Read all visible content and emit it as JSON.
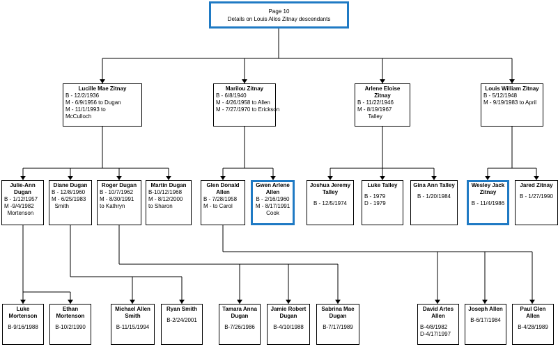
{
  "header": {
    "page_label": "Page 10",
    "description": "Details on Louis Allos Zitnay descendants"
  },
  "people": [
    {
      "id": "lucille",
      "name": "Lucille Mae Zitnay",
      "lines": [
        "B - 12/2/1936",
        "M - 6/9/1956 to Dugan",
        "M - 11/1/1993 to",
        "McCulloch"
      ],
      "highlight": false
    },
    {
      "id": "marilou",
      "name": "Marilou Zitnay",
      "lines": [
        "B - 6/8/1940",
        "M - 4/26/1958 to Allen",
        "M - 7/27/1970 to Erickson"
      ],
      "highlight": false
    },
    {
      "id": "arlene",
      "name": "Arlene Eloise Zitnay",
      "lines": [
        "B - 11/22/1946",
        "M - 8/19/1967",
        "       Talley"
      ],
      "highlight": false
    },
    {
      "id": "louis",
      "name": "Louis William Zitnay",
      "lines": [
        "B - 5/12/1948",
        "M - 9/19/1983 to April"
      ],
      "highlight": false
    },
    {
      "id": "julie",
      "name": "Julie-Ann Dugan",
      "lines": [
        "B - 1/12/1957",
        "M -9/4/1982",
        "  Mortenson"
      ],
      "highlight": false
    },
    {
      "id": "diane",
      "name": "Diane Dugan",
      "lines": [
        "B - 12/8/1960",
        "M - 6/25/1983",
        "  Smith"
      ],
      "highlight": false
    },
    {
      "id": "roger",
      "name": "Roger Dugan",
      "lines": [
        "B - 10/7/1962",
        "M - 8/30/1991",
        "to Kathryn"
      ],
      "highlight": false
    },
    {
      "id": "martin",
      "name": "Martin Dugan",
      "lines": [
        "B-10/12/1968",
        "M - 8/12/2000",
        "to Sharon"
      ],
      "highlight": false
    },
    {
      "id": "glen",
      "name": "Glen Donald Allen",
      "lines": [
        "B - 7/28/1958",
        "M - to Carol"
      ],
      "highlight": false
    },
    {
      "id": "gwen",
      "name": "Gwen Arlene Allen",
      "lines": [
        "B - 2/16/1960",
        "M - 8/17/1991",
        "Cook"
      ],
      "highlight": true
    },
    {
      "id": "joshua",
      "name": "Joshua Jeremy Talley",
      "lines": [
        "",
        "B - 12/5/1974"
      ],
      "highlight": false
    },
    {
      "id": "luke_t",
      "name": "Luke Talley",
      "lines": [
        "",
        "B - 1979",
        "D - 1979"
      ],
      "highlight": false
    },
    {
      "id": "gina",
      "name": "Gina Ann Talley",
      "lines": [
        "",
        "B - 1/20/1984"
      ],
      "highlight": false
    },
    {
      "id": "wesley",
      "name": "Wesley Jack Zitnay",
      "lines": [
        "",
        "B - 11/4/1986"
      ],
      "highlight": true
    },
    {
      "id": "jared",
      "name": "Jared Zitnay",
      "lines": [
        "",
        "B - 1/27/1990"
      ],
      "highlight": false
    },
    {
      "id": "luke_m",
      "name": "Luke Mortenson",
      "lines": [
        "",
        "B-9/16/1988"
      ],
      "highlight": false
    },
    {
      "id": "ethan",
      "name": "Ethan Mortenson",
      "lines": [
        "",
        "B-10/2/1990"
      ],
      "highlight": false
    },
    {
      "id": "michael",
      "name": "Michael Allen Smith",
      "lines": [
        "",
        "B-11/15/1994"
      ],
      "highlight": false
    },
    {
      "id": "ryan",
      "name": "Ryan Smith",
      "lines": [
        "",
        "B-2/24/2001"
      ],
      "highlight": false
    },
    {
      "id": "tamara",
      "name": "Tamara Anna Dugan",
      "lines": [
        "",
        "B-7/26/1986"
      ],
      "highlight": false
    },
    {
      "id": "jamie",
      "name": "Jamie Robert Dugan",
      "lines": [
        "",
        "B-4/10/1988"
      ],
      "highlight": false
    },
    {
      "id": "sabrina",
      "name": "Sabrina Mae Dugan",
      "lines": [
        "",
        "B-7/17/1989"
      ],
      "highlight": false
    },
    {
      "id": "david",
      "name": "David Artes Allen",
      "lines": [
        "",
        "B-4/8/1982",
        "D-4/17/1997"
      ],
      "highlight": false
    },
    {
      "id": "joseph",
      "name": "Joseph Allen",
      "lines": [
        "",
        "B-6/17/1984"
      ],
      "highlight": false
    },
    {
      "id": "paul",
      "name": "Paul Glen Allen",
      "lines": [
        "",
        "B-4/28/1989"
      ],
      "highlight": false
    }
  ]
}
